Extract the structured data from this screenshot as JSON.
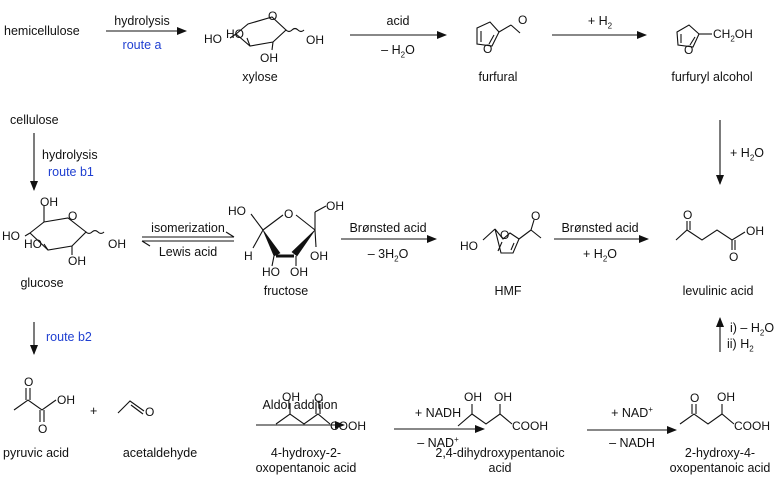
{
  "compounds": {
    "hemicellulose": "hemicellulose",
    "xylose": "xylose",
    "furfural": "furfural",
    "furfuryl_alcohol": "furfuryl alcohol",
    "cellulose": "cellulose",
    "glucose": "glucose",
    "fructose": "fructose",
    "hmf": "HMF",
    "levulinic_acid": "levulinic acid",
    "pyruvic_acid": "pyruvic acid",
    "acetaldehyde": "acetaldehyde",
    "hydroxy_oxo_line1": "4-hydroxy-2-",
    "hydroxy_oxo_line2": "oxopentanoic acid",
    "dihydroxy_line1": "2,4-dihydroxypentanoic",
    "dihydroxy_line2": "acid",
    "hydroxy4_line1": "2-hydroxy-4-",
    "hydroxy4_line2": "oxopentanoic acid"
  },
  "conditions": {
    "hydrolysis_a": "hydrolysis",
    "route_a": "route a",
    "acid": "acid",
    "minus_water": "– H2O",
    "plus_h2": "+ H2",
    "plus_water_vertical": "+ H2O",
    "hydrolysis_b1": "hydrolysis",
    "route_b1": "route b1",
    "isomerization": "isomerization",
    "lewis_acid": "Lewis acid",
    "bronsted_acid_1": "Brønsted acid",
    "minus_3water": "– 3H2O",
    "bronsted_acid_2": "Brønsted acid",
    "plus_water": "+ H2O",
    "route_b2": "route b2",
    "step_i": "i) – H2O",
    "step_ii": "ii) H2",
    "plus_sign": "+",
    "aldol_addition": "Aldol addition",
    "plus_nadh": "+ NADH",
    "minus_nad": "– NAD",
    "plus_nad": "+ NAD",
    "minus_nadh": "– NADH",
    "nad_charge": "+"
  },
  "atoms": {
    "HO": "HO",
    "OH": "OH",
    "O": "O",
    "H": "H",
    "CH2OH": "CH2OH",
    "COOH": "COOH"
  },
  "colors": {
    "route": "#1f3fd1",
    "ink": "#111111"
  }
}
